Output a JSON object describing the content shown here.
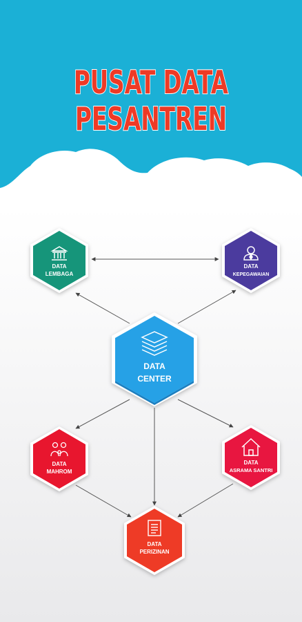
{
  "title": {
    "line1": "PUSAT DATA",
    "line2": "PESANTREN"
  },
  "colors": {
    "sky": "#1bb0d6",
    "title_red": "#ee3a26",
    "lembaga": "#17957a",
    "kepegawaian": "#4c3a9e",
    "center": "#26a1e6",
    "mahrom": "#e8132e",
    "asrama": "#e8133f",
    "perizinan": "#ee3a26"
  },
  "nodes": {
    "lembaga": {
      "line1": "DATA",
      "line2": "LEMBAGA",
      "icon": "building-icon"
    },
    "kepegawaian": {
      "line1": "DATA",
      "line2": "KEPEGAWAIAN",
      "icon": "person-icon"
    },
    "center": {
      "line1": "DATA",
      "line2": "CENTER",
      "icon": "database-stack-icon"
    },
    "mahrom": {
      "line1": "DATA",
      "line2": "MAHROM",
      "icon": "family-icon"
    },
    "asrama": {
      "line1": "DATA",
      "line2": "ASRAMA SANTRI",
      "icon": "house-icon"
    },
    "perizinan": {
      "line1": "DATA",
      "line2": "PERIZINAN",
      "icon": "document-icon"
    }
  }
}
